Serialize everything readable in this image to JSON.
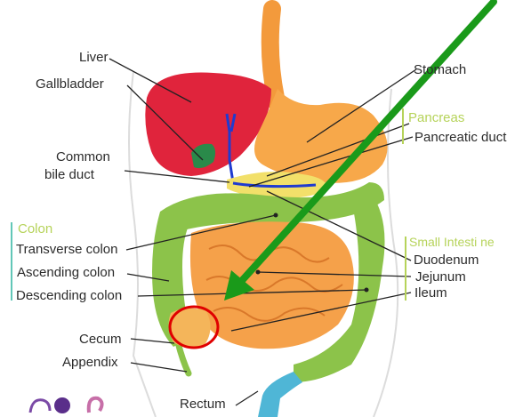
{
  "labels": {
    "liver": "Liver",
    "gallbladder": "Gallbladder",
    "common_bile_duct_1": "Common",
    "common_bile_duct_2": "bile duct",
    "stomach": "Stomach",
    "pancreas": "Pancreas",
    "pancreatic_duct": "Pancreatic duct",
    "colon": "Colon",
    "transverse_colon": "Transverse colon",
    "ascending_colon": "Ascending colon",
    "descending_colon": "Descending colon",
    "cecum": "Cecum",
    "appendix": "Appendix",
    "rectum": "Rectum",
    "small_intestine": "Small Intesti ne",
    "duodenum": "Duodenum",
    "jejunum": "Jejunum",
    "ileum": "Ileum"
  },
  "colors": {
    "group_heading": "#b6d35a",
    "liver": "#e0243c",
    "stomach": "#f7a84a",
    "colon": "#8cc34a",
    "small_intestine": "#f5a14a",
    "arrow": "#1a9a1a",
    "highlight_circle": "#e00000"
  },
  "icons": [
    "arrow-annotation-icon",
    "highlight-circle-icon",
    "logo-icon"
  ]
}
